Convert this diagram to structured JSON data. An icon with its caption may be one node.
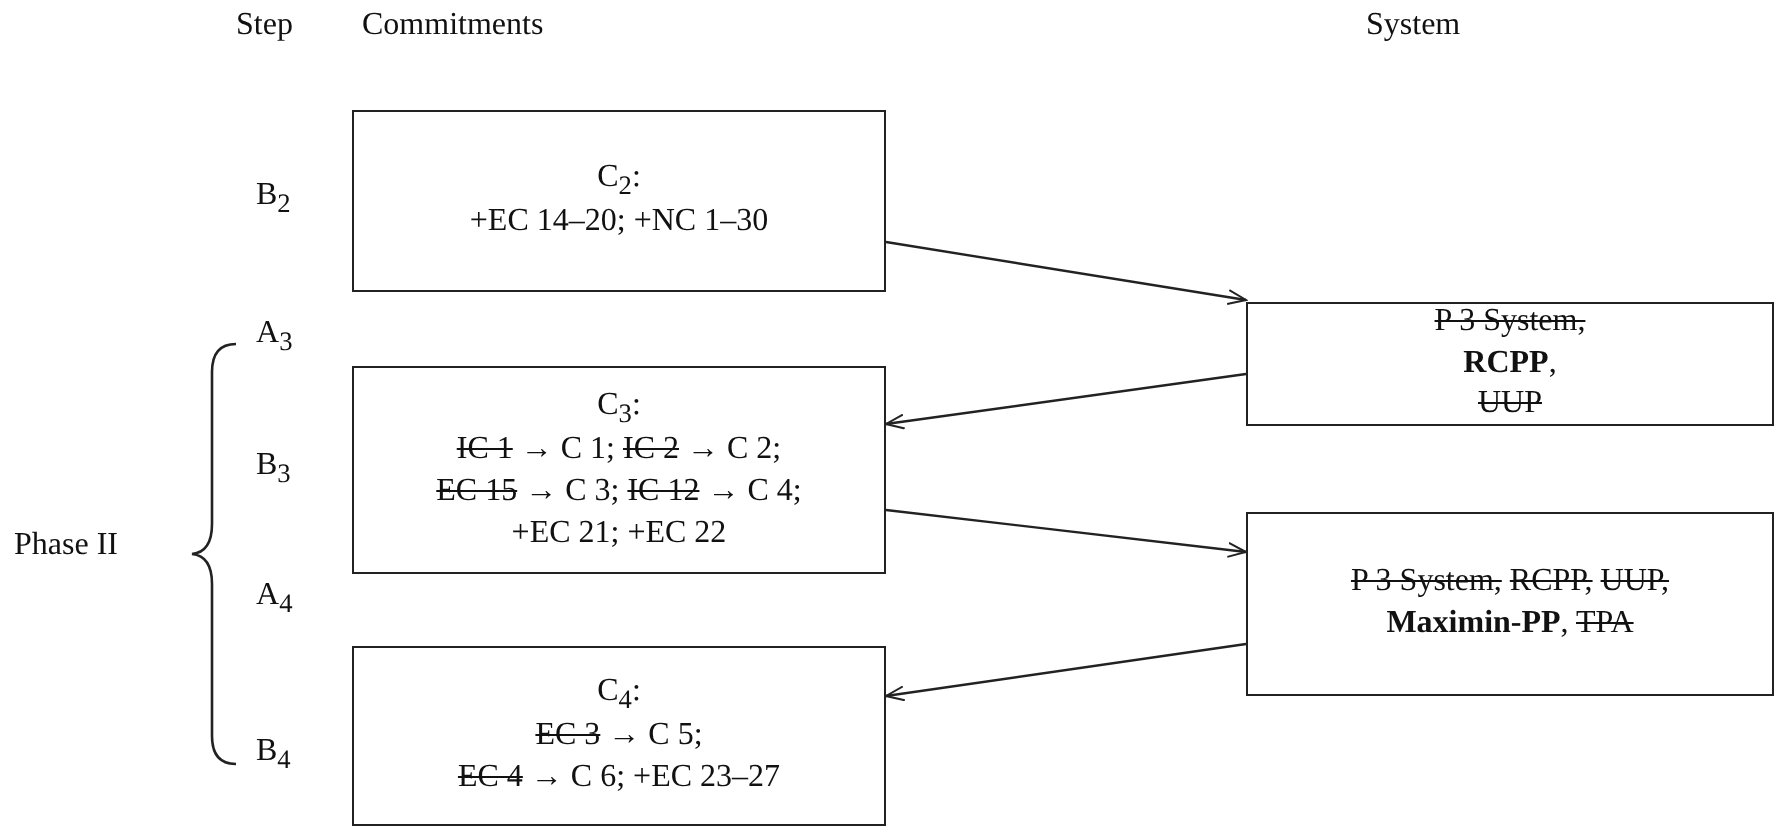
{
  "diagram": {
    "nodes": [
      {
        "text": [
          "C$_{2}$:",
          "+EC 14–20; +NC 1–30"
        ]
      },
      {
        "text": [
          "P 3 System,",
          "**RCPP**,",
          "UUP"
        ]
      },
      {
        "text": [
          "C$_{3}$:",
          "IC 1",
          "→ C 1;",
          "IC 2",
          "→ C 2;",
          "EC 15",
          "→ C 3;",
          "IC 12",
          "→ C 4;",
          "+EC 21; +EC 22"
        ]
      },
      {
        "text": [
          "P 3 System,",
          "RCPP,",
          "UUP,",
          "**Maximin-PP**,",
          "TPA"
        ]
      },
      {
        "text": [
          "C$_{4}$:",
          "EC 3",
          "→ C 5;",
          "EC 4",
          "→ C 6; +EC 23–27"
        ]
      }
    ],
    "edges": [
      {
        "from": 0,
        "to": 1,
        "arrow": "to"
      },
      {
        "from": 1,
        "to": 2,
        "arrow": "to"
      },
      {
        "from": 2,
        "to": 3,
        "arrow": "to"
      },
      {
        "from": 3,
        "to": 4,
        "arrow": "to"
      }
    ],
    "labels": [
      "Step",
      "Commitments",
      "System",
      "B$_{2}$",
      "A$_{3}$",
      "B$_{3}$",
      "Phase II",
      "A$_{4}$",
      "B$_{4}$"
    ]
  }
}
